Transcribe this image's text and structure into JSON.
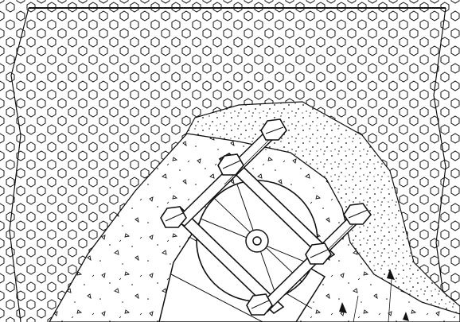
{
  "drawing": {
    "subject": "technical-section-drawing",
    "labels": [],
    "colors": {
      "line": "#111111",
      "background": "#ffffff",
      "fill_light": "#ffffff"
    },
    "hatch_patterns": [
      "hexagon-gravel",
      "stipple-concrete",
      "triangle-aggregate"
    ],
    "icons": [
      "bolt-icon",
      "nut-icon",
      "pipe-center-icon"
    ]
  }
}
